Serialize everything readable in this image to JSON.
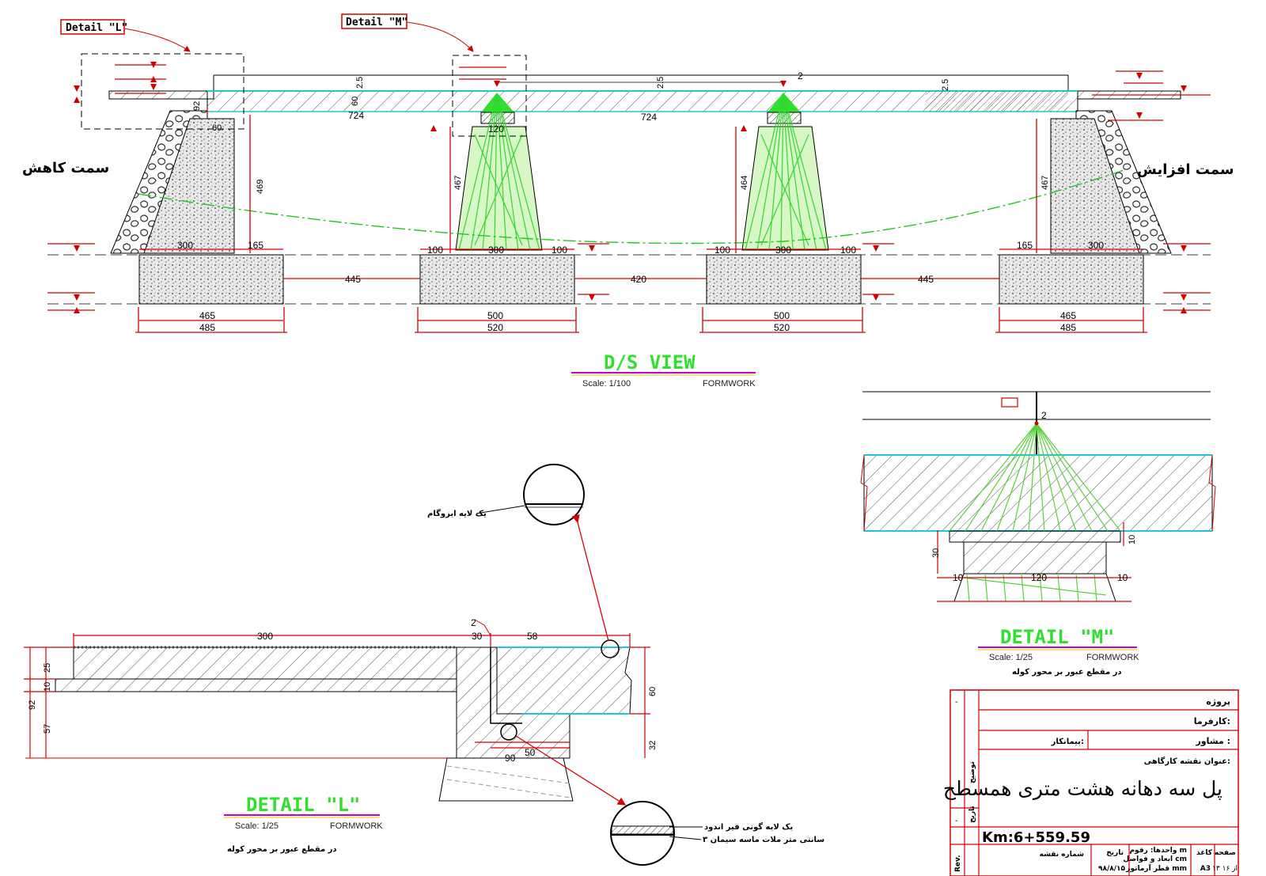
{
  "callouts": {
    "detail_l": "Detail \"L\"",
    "detail_m": "Detail \"M\""
  },
  "ds_view": {
    "title": "D/S  VIEW",
    "scale": "Scale: 1/100",
    "note": "FORMWORK",
    "left_side": "سمت کاهش",
    "right_side": "سمت افزایش",
    "deck_dims": [
      "2.5",
      "60",
      "2.5",
      "2.5",
      "724",
      "724",
      "2"
    ],
    "left_pier": {
      "d1": "92",
      "d2": "60",
      "height": "469",
      "base1": "300",
      "base2": "165",
      "span": "445",
      "w1": "465",
      "w2": "485"
    },
    "mid_pier1": {
      "height": "467",
      "cap": "120",
      "a": "100",
      "b": "300",
      "c": "100",
      "span": "420",
      "w1": "500",
      "w2": "520"
    },
    "mid_pier2": {
      "height": "464",
      "a": "100",
      "b": "300",
      "c": "100",
      "w1": "500",
      "w2": "520"
    },
    "right_pier": {
      "height": "467",
      "base1": "165",
      "base2": "300",
      "span": "445",
      "w1": "465",
      "w2": "485"
    }
  },
  "detail_m": {
    "title": "DETAIL  \"M\"",
    "scale": "Scale: 1/25",
    "note": "FORMWORK",
    "caption": "در مقطع عبور بر محور کوله",
    "dims": {
      "top": "2",
      "side": "10",
      "height": "30",
      "left": "10",
      "center": "120",
      "right": "10"
    }
  },
  "detail_l": {
    "title": "DETAIL  \"L\"",
    "scale": "Scale: 1/25",
    "note": "FORMWORK",
    "caption": "در مقطع عبور بر محور کوله",
    "dims": {
      "top_300": "300",
      "top_2": "2",
      "top_30": "30",
      "top_58": "58",
      "left_25": "25",
      "left_10": "10",
      "left_92": "92",
      "left_57": "57",
      "right_60": "60",
      "right_32": "32",
      "bot_50": "50",
      "bot_90": "90"
    },
    "bubble_top_label": "یک لایه ایزوگام",
    "bubble_bottom_label1": "یک لایه گونی قیر اندود",
    "bubble_bottom_label2": "۳ سانتی متر ملات ماسه سیمان"
  },
  "title_block": {
    "project": "پروژه",
    "employer": "کارفرما:",
    "consultant": "مشاور :",
    "contractor": "پیمانکار:",
    "drawing_title_label": "عنوان نقشه کارگاهی:",
    "drawing_title": "پل سه دهانه هشت متری همسطح",
    "km": "Km:6+559.59",
    "sheet_no": "شماره نقشه",
    "date_label": "تاریخ",
    "date": "۹۸/۸/۱۵",
    "units1": "واحدها: رقوم m",
    "units2": "ابعاد و فواصل cm",
    "units3": "قطر آرماتور mm",
    "paper_label": "کاغذ",
    "paper": "A3",
    "page_label": "صفحه",
    "page": "۱۳ از ۱۶",
    "rev": "Rev.",
    "side1": "توضیح",
    "side2": "تاریخ",
    "dash": "-"
  }
}
